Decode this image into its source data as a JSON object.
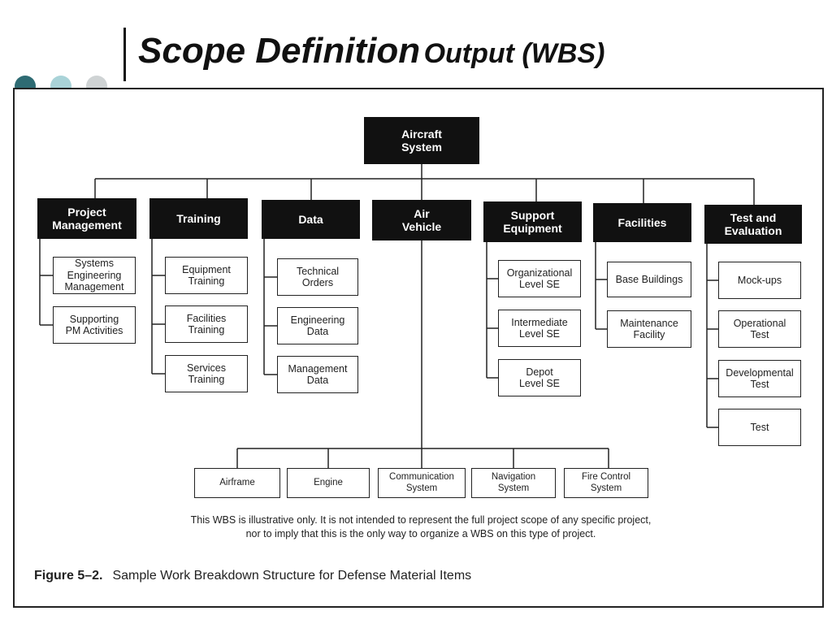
{
  "slide": {
    "title_part1": "Scope Definition",
    "title_part2": "Output (WBS)"
  },
  "wbs": {
    "root": "Aircraft\nSystem",
    "level1": [
      {
        "label": "Project\nManagement",
        "children": [
          "Systems\nEngineering\nManagement",
          "Supporting\nPM Activities"
        ]
      },
      {
        "label": "Training",
        "children": [
          "Equipment\nTraining",
          "Facilities\nTraining",
          "Services\nTraining"
        ]
      },
      {
        "label": "Data",
        "children": [
          "Technical\nOrders",
          "Engineering\nData",
          "Management\nData"
        ]
      },
      {
        "label": "Air\nVehicle",
        "children": [
          "Airframe",
          "Engine",
          "Communication\nSystem",
          "Navigation\nSystem",
          "Fire Control\nSystem"
        ]
      },
      {
        "label": "Support\nEquipment",
        "children": [
          "Organizational\nLevel SE",
          "Intermediate\nLevel SE",
          "Depot\nLevel SE"
        ]
      },
      {
        "label": "Facilities",
        "children": [
          "Base Buildings",
          "Maintenance\nFacility"
        ]
      },
      {
        "label": "Test and\nEvaluation",
        "children": [
          "Mock-ups",
          "Operational\nTest",
          "Developmental\nTest",
          "Test"
        ]
      }
    ]
  },
  "note": {
    "line1": "This WBS is illustrative only. It is not intended to represent the full project scope of any specific project,",
    "line2": "nor to imply that this is the only way to organize a WBS on this type of project."
  },
  "caption": {
    "number": "Figure 5–2.",
    "text": "Sample Work Breakdown Structure for Defense Material Items"
  }
}
